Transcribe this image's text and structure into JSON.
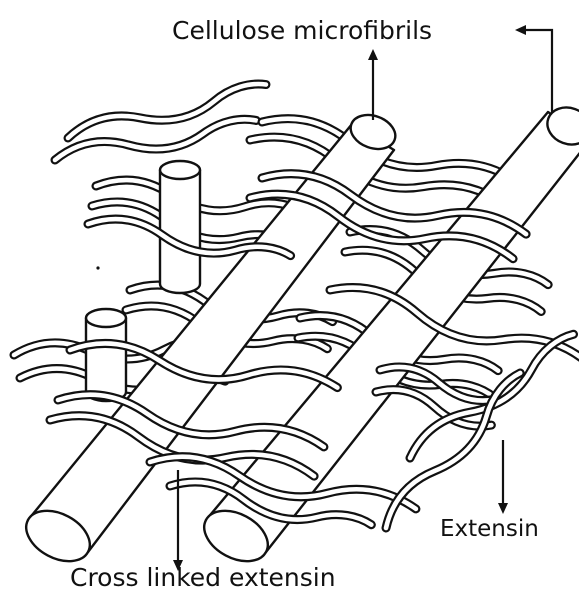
{
  "labels": {
    "cellulose_microfibrils": "Cellulose microfibrils",
    "extensin": "Extensin",
    "cross_linked_extensin": "Cross linked extensin"
  },
  "colors": {
    "ink": "#111111",
    "background": "#ffffff"
  }
}
